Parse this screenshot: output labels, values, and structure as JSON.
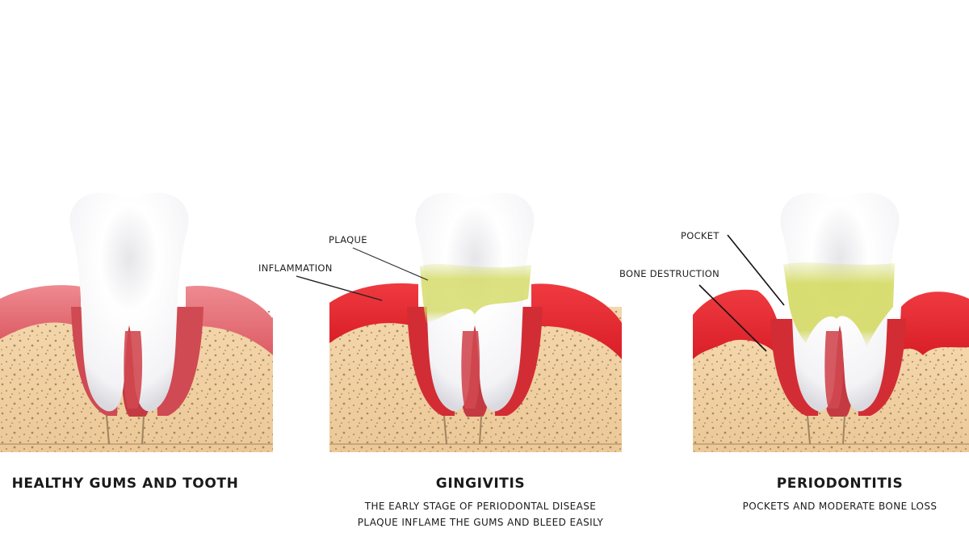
{
  "panels": [
    {
      "id": "healthy",
      "title": "HEALTHY GUMS AND TOOTH",
      "subtitle_lines": [],
      "labels": []
    },
    {
      "id": "gingivitis",
      "title": "GINGIVITIS",
      "subtitle_lines": [
        "THE EARLY STAGE OF PERIODONTAL DISEASE",
        "PLAQUE INFLAME THE GUMS AND BLEED EASILY"
      ],
      "labels": [
        "PLAQUE",
        "INFLAMMATION"
      ]
    },
    {
      "id": "periodontitis",
      "title": "PERIODONTITIS",
      "subtitle_lines": [
        "POCKETS AND MODERATE BONE LOSS"
      ],
      "labels": [
        "POCKET",
        "BONE DESTRUCTION"
      ]
    }
  ],
  "colors": {
    "healthy_gum": "#e46a72",
    "inflamed_gum": "#e3262e",
    "bone": "#f0cfa0",
    "bone_dots": "#8a6f4c",
    "tooth": "#f4f4f6",
    "plaque": "#d6dc6a",
    "root_canal": "#b52a30"
  }
}
